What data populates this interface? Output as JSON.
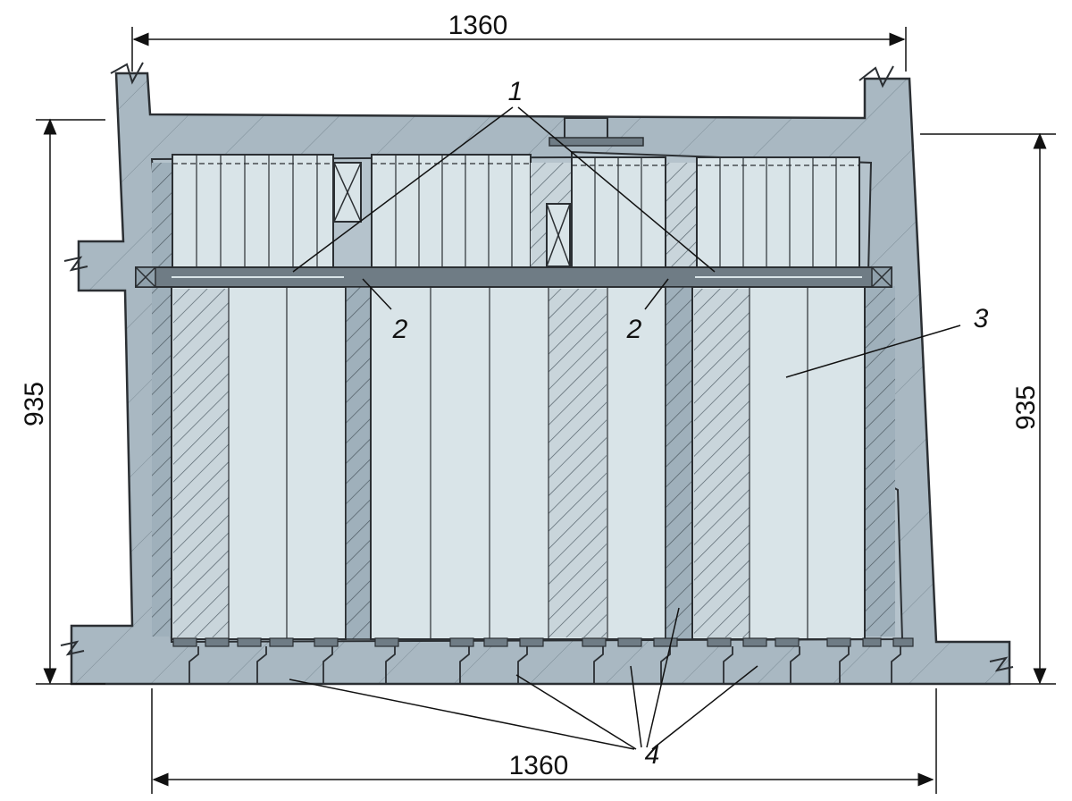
{
  "dimensions": {
    "top_width": "1360",
    "bottom_width": "1360",
    "left_height": "935",
    "right_height": "935"
  },
  "callouts": {
    "label_1": "1",
    "label_2a": "2",
    "label_2b": "2",
    "label_3": "3",
    "label_4": "4"
  },
  "colors": {
    "concrete": "#a9b8c2",
    "concrete_dark": "#8fa0ab",
    "block_light": "#d9e4e8",
    "block_hatched": "#c9d5db",
    "rail": "#6f7c85",
    "line": "#2b2f33",
    "background": "#ffffff"
  }
}
